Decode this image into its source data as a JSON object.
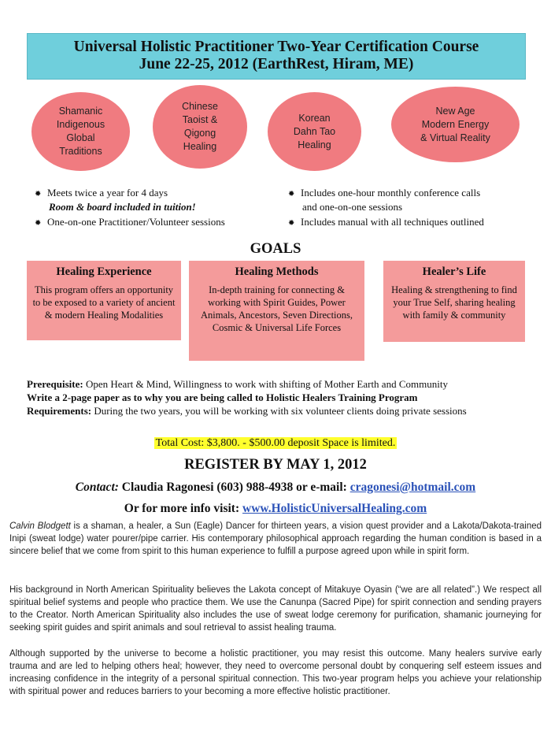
{
  "header": {
    "line1": "Universal Holistic Practitioner Two-Year Certification Course",
    "line2": "June 22-25, 2012  (EarthRest, Hiram, ME)"
  },
  "ovals": [
    {
      "text": "Shamanic\nIndigenous\nGlobal\nTraditions"
    },
    {
      "text": "Chinese\nTaoist &\nQigong\nHealing"
    },
    {
      "text": "Korean\nDahn Tao\nHealing"
    },
    {
      "text": "New Age\nModern Energy\n& Virtual Reality"
    }
  ],
  "bullet_symbol": "✹",
  "bullets": {
    "left": [
      {
        "text": "Meets twice a year for 4 days",
        "sub": "Room & board included in tuition!"
      },
      {
        "text": "One-on-one Practitioner/Volunteer sessions"
      }
    ],
    "right": [
      {
        "text": "Includes one-hour monthly conference calls",
        "sub": "and one-on-one sessions"
      },
      {
        "text": "Includes manual with all techniques outlined"
      }
    ]
  },
  "goals": {
    "title": "GOALS",
    "items": [
      {
        "title": "Healing Experience",
        "text": "This program offers an opportunity to be exposed to a variety of ancient & modern Healing Modalities"
      },
      {
        "title": "Healing Methods",
        "text": "In-depth training for connecting & working with Spirit Guides, Power Animals, Ancestors, Seven Directions, Cosmic & Universal Life Forces"
      },
      {
        "title": "Healer’s Life",
        "text": "Healing & strengthening to find your True Self, sharing healing with family & community"
      }
    ]
  },
  "requirements": {
    "prereq_label": "Prerequisite:",
    "prereq_text": " Open Heart & Mind, Willingness to work with shifting of Mother Earth and Community",
    "paper": "Write a 2-page paper as to why you are being called to Holistic Healers Training Program",
    "req_label": "Requirements:",
    "req_text": " During the two years, you will be working with six volunteer clients doing private sessions"
  },
  "cost": "Total Cost:  $3,800. - $500.00 deposit Space is limited.",
  "register": "REGISTER BY MAY 1, 2012",
  "contact": {
    "label": "Contact:",
    "text": "  Claudia Ragonesi (603) 988-4938 or e-mail: ",
    "email": "cragonesi@hotmail.com"
  },
  "more_info": {
    "text": "Or for more info visit:  ",
    "url": "www.HolisticUniversalHealing.com"
  },
  "bio": {
    "name": "Calvin Blodgett",
    "p1": " is a shaman, a healer, a Sun (Eagle) Dancer for thirteen years, a vision quest provider and a Lakota/Dakota-trained Inipi (sweat lodge) water pourer/pipe carrier. His contemporary philosophical approach regarding the human condition is based in a sincere belief that we come from spirit to this human experience to fulfill a purpose agreed upon while in spirit form.",
    "p2": "His background in North American Spirituality believes the Lakota concept of Mitakuye Oyasin (“we are all related”.) We respect all spiritual belief systems and people who practice them. We use the Canunpa (Sacred Pipe) for spirit connection and sending prayers to the Creator. North American Spirituality also includes the use of sweat lodge ceremony for purification, shamanic journeying for seeking spirit guides and spirit animals and soul retrieval to assist healing trauma.",
    "p3": "Although supported by the universe to become a holistic practitioner, you may resist this outcome. Many healers survive early trauma and are led to helping others heal; however, they need to overcome personal doubt by conquering self esteem issues and increasing confidence in the integrity of a personal spiritual connection. This two-year program helps you achieve your relationship with spiritual power and reduces barriers to your becoming a more effective holistic practitioner."
  },
  "colors": {
    "header_bg": "#6fcfdc",
    "oval_bg": "#f07b80",
    "goal_bg": "#f49b9b",
    "highlight": "#ffff2e",
    "link": "#2b52b8"
  }
}
